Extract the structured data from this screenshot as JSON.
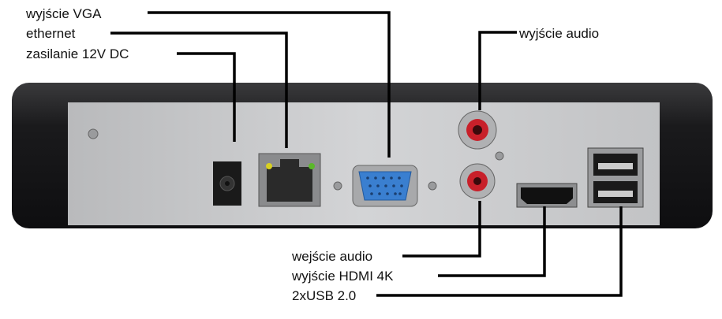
{
  "labels": {
    "vga": "wyjście VGA",
    "ethernet": "ethernet",
    "power": "zasilanie 12V DC",
    "audio_out": "wyjście audio",
    "audio_in": "wejście audio",
    "hdmi": "wyjście HDMI 4K",
    "usb": "2xUSB 2.0"
  },
  "colors": {
    "body": "#1c1c1e",
    "panel": "#c9cacc",
    "vga": "#3a7fd0",
    "rca": "#c8202a",
    "led_yellow": "#d8d020",
    "led_green": "#5ab82a"
  }
}
